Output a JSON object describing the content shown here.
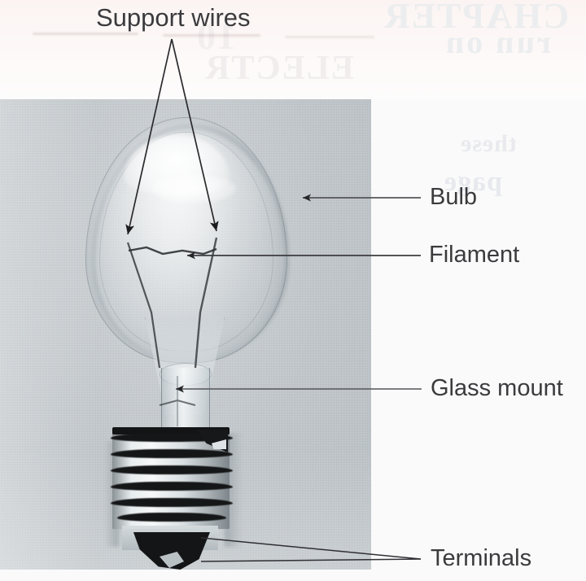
{
  "figure": {
    "subject": "incandescent light bulb cutaway photograph with callout labels",
    "background_color": "#fbfafa",
    "photo_color": "#c5cbcf",
    "label_color": "#3b3b3e"
  },
  "labels": {
    "support_wires": "Support wires",
    "bulb": "Bulb",
    "filament": "Filament",
    "glass_mount": "Glass mount",
    "terminals": "Terminals"
  },
  "bleed_through": {
    "line1": "CHAPTER",
    "line2": "run on",
    "line3": "these",
    "line4": "page",
    "line5": "10",
    "line6": "ELECTR"
  }
}
